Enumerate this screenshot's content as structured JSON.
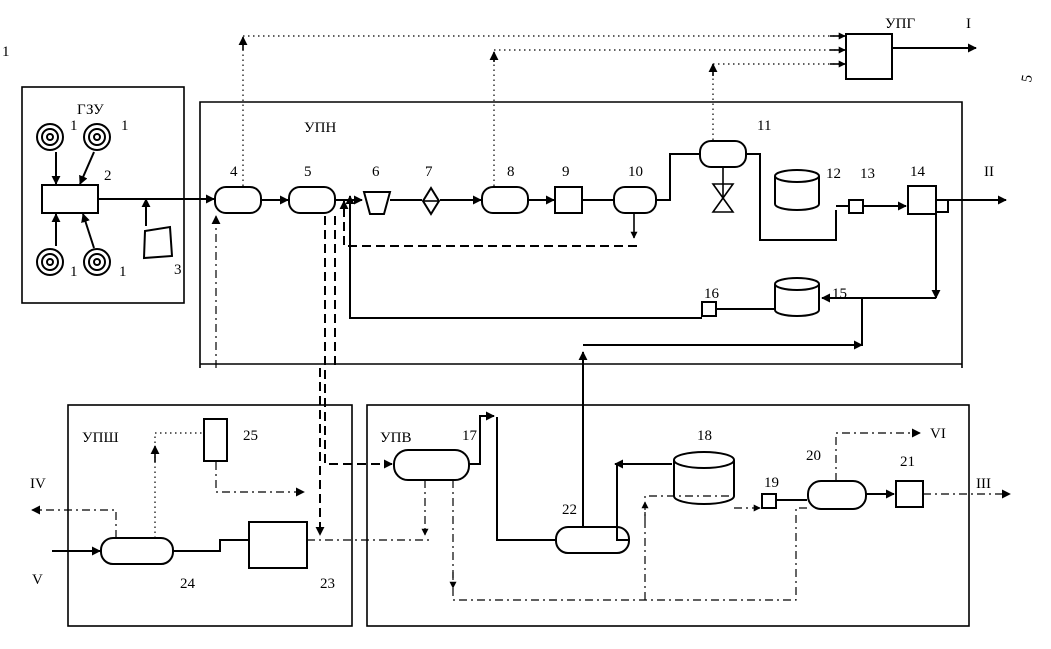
{
  "corner_mark": "1",
  "scribble": "5",
  "blocks": {
    "gzu": "ГЗУ",
    "upn": "УПН",
    "upg": "УПГ",
    "upsh": "УПШ",
    "upv": "УПВ"
  },
  "numbers": {
    "well_a": "1",
    "well_b": "1",
    "well_c": "1",
    "well_d": "1",
    "n2": "2",
    "n3": "3",
    "n4": "4",
    "n5": "5",
    "n6": "6",
    "n7": "7",
    "n8": "8",
    "n9": "9",
    "n10": "10",
    "n11": "11",
    "n12": "12",
    "n13": "13",
    "n14": "14",
    "n15": "15",
    "n16": "16",
    "n17": "17",
    "n18": "18",
    "n19": "19",
    "n20": "20",
    "n21": "21",
    "n22": "22",
    "n23": "23",
    "n24": "24",
    "n25": "25"
  },
  "streams": {
    "I": "I",
    "II": "II",
    "III": "III",
    "IV": "IV",
    "V": "V",
    "VI": "VI"
  }
}
